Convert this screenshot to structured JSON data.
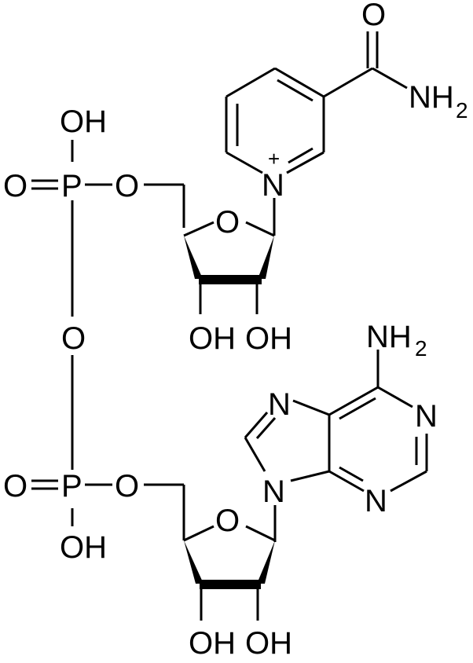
{
  "diagram": {
    "type": "chemical-structure",
    "molecule": "NAD+",
    "colors": {
      "background": "#ffffff",
      "ink": "#000000"
    },
    "atoms": {
      "amide_o": "O",
      "amide_n": "NH",
      "amide_n_sub": "2",
      "pyridinium_n": "N",
      "pyridinium_charge": "+",
      "phos1_oh": "OH",
      "phos1_o_double": "O",
      "phos1_p": "P",
      "phos1_o_ester": "O",
      "ribose1_o": "O",
      "ribose1_oh_left": "OH",
      "ribose1_oh_right": "OH",
      "bridge_o": "O",
      "adenine_nh": "NH",
      "adenine_nh_sub": "2",
      "adenine_n7": "N",
      "adenine_n1": "N",
      "adenine_n9": "N",
      "adenine_n3": "N",
      "phos2_o_double": "O",
      "phos2_p": "P",
      "phos2_o_ester": "O",
      "phos2_oh": "OH",
      "ribose2_o": "O",
      "ribose2_oh_left": "OH",
      "ribose2_oh_right": "OH"
    }
  }
}
